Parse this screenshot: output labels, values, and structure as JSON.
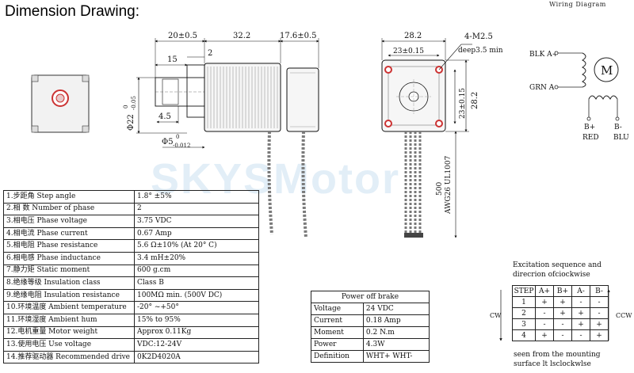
{
  "page": {
    "title": "Dimension Drawing:",
    "wiring_title": "Wiring Diagram",
    "watermark": "SKYSMotor"
  },
  "side_view": {
    "dims": {
      "shaft_len": "20±0.5",
      "body_len": "32.2",
      "brake_len": "17.6±0.5",
      "flat_len": "15",
      "step": "2",
      "flat_width": "4.5",
      "boss_dia_main": "Φ22",
      "boss_tol_top": "0",
      "boss_tol_bot": "-0.05",
      "shaft_dia_main": "Φ5",
      "shaft_tol_top": "0",
      "shaft_tol_bot": "-0.012"
    }
  },
  "front_view": {
    "dims": {
      "outer": "28.2",
      "hole_spacing_h": "23±0.15",
      "hole_spacing_v": "23±0.15",
      "outer_v": "28.2",
      "screw": "4-M2.5",
      "screw_depth": "deep3.5 min",
      "lead_len": "500",
      "wire_spec": "AWG26 UL1007"
    }
  },
  "wiring": {
    "blk": "BLK A+",
    "grn": "GRN A-",
    "motor": "M",
    "bplus": "B+",
    "red": "RED",
    "bminus": "B-",
    "blu": "BLU"
  },
  "specs": [
    {
      "k": "1.步距角 Step angle",
      "v": "1.8° ±5%"
    },
    {
      "k": "2.相  数 Number of phase",
      "v": "2"
    },
    {
      "k": "3.相电压 Phase voltage",
      "v": "3.75 VDC"
    },
    {
      "k": "4.相电流 Phase current",
      "v": "0.67 Amp"
    },
    {
      "k": "5.相电阻 Phase resistance",
      "v": "5.6 Ω±10% (At 20° C)"
    },
    {
      "k": "6.相电感 Phase inductance",
      "v": "3.4 mH±20%"
    },
    {
      "k": "7.静力矩 Static moment",
      "v": "600 g.cm"
    },
    {
      "k": "8.绝缘等级 Insulation class",
      "v": "Class B"
    },
    {
      "k": "9.绝缘电阻 Insulation resistance",
      "v": "100MΩ min. (500V DC)"
    },
    {
      "k": "10.环境温度 Ambient temperature",
      "v": "-20° ~+50°"
    },
    {
      "k": "11.环境湿度 Ambient hum",
      "v": "15% to 95%"
    },
    {
      "k": "12.电机重量 Motor weight",
      "v": "Approx 0.11Kg"
    },
    {
      "k": "13.使用电压 Use voltage",
      "v": "VDC:12-24V"
    },
    {
      "k": "14.推荐驱动器 Recommended drive",
      "v": "0K2D4020A"
    }
  ],
  "brake": {
    "title": "Power off brake",
    "rows": [
      {
        "k": "Voltage",
        "v": "24 VDC"
      },
      {
        "k": "Current",
        "v": "0.18 Amp"
      },
      {
        "k": "Moment",
        "v": "0.2 N.m"
      },
      {
        "k": "Power",
        "v": "4.3W"
      },
      {
        "k": "Definition",
        "v": "WHT+ WHT-"
      }
    ]
  },
  "excitation": {
    "caption1": "Excitation sequence and",
    "caption2": "direcrion ofciockwise",
    "header": [
      "STEP",
      "A+",
      "B+",
      "A-",
      "B-"
    ],
    "rows": [
      [
        "1",
        "+",
        "+",
        "-",
        "-"
      ],
      [
        "2",
        "-",
        "+",
        "+",
        "-"
      ],
      [
        "3",
        "-",
        "-",
        "+",
        "+"
      ],
      [
        "4",
        "+",
        "-",
        "-",
        "+"
      ]
    ],
    "cw": "CW",
    "ccw": "CCW",
    "note1": "seen from the mounting",
    "note2": "surface lt lsclockwlse"
  }
}
